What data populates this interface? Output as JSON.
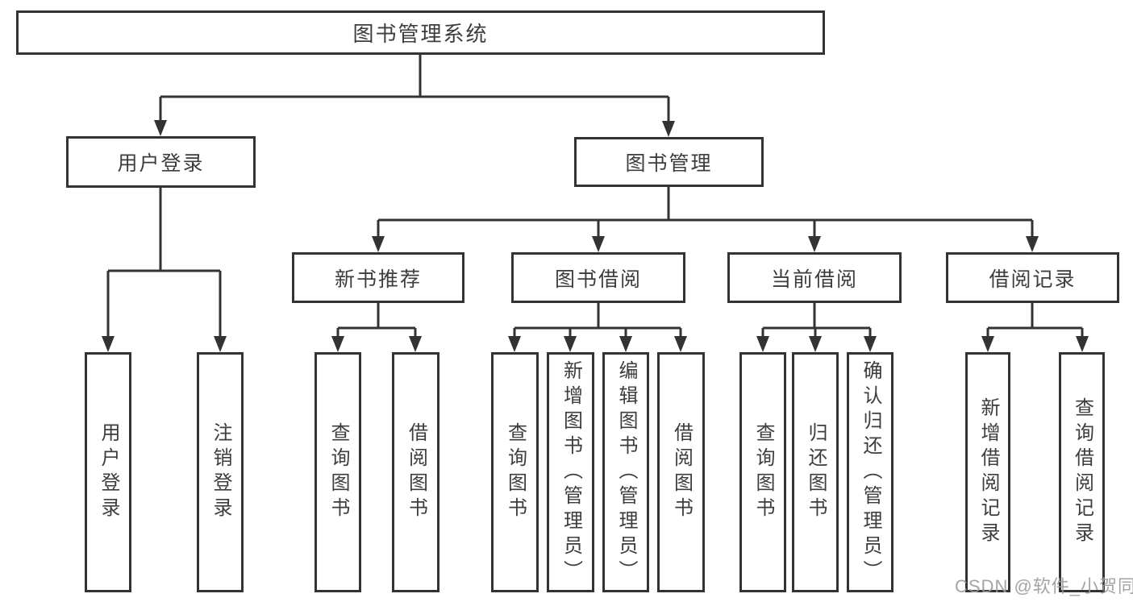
{
  "nodes": {
    "root": "图书管理系统",
    "level2": {
      "user_login": "用户登录",
      "book_mgmt": "图书管理"
    },
    "level3": {
      "new_books": "新书推荐",
      "book_borrow": "图书借阅",
      "current_borrow": "当前借阅",
      "borrow_records": "借阅记录"
    },
    "leaves": {
      "user_login": [
        "用户登录",
        "注销登录"
      ],
      "new_books": [
        "查询图书",
        "借阅图书"
      ],
      "book_borrow": [
        "查询图书",
        "新增图书（管理员）",
        "编辑图书（管理员）",
        "借阅图书"
      ],
      "current_borrow": [
        "查询图书",
        "归还图书",
        "确认归还（管理员）"
      ],
      "borrow_records": [
        "新增借阅记录",
        "查询借阅记录"
      ]
    }
  },
  "watermark": "CSDN @软件_小贺同学",
  "colors": {
    "line": "#333333",
    "text": "#3d3d3d",
    "background": "#ffffff",
    "watermark": "#9a9a9a"
  }
}
